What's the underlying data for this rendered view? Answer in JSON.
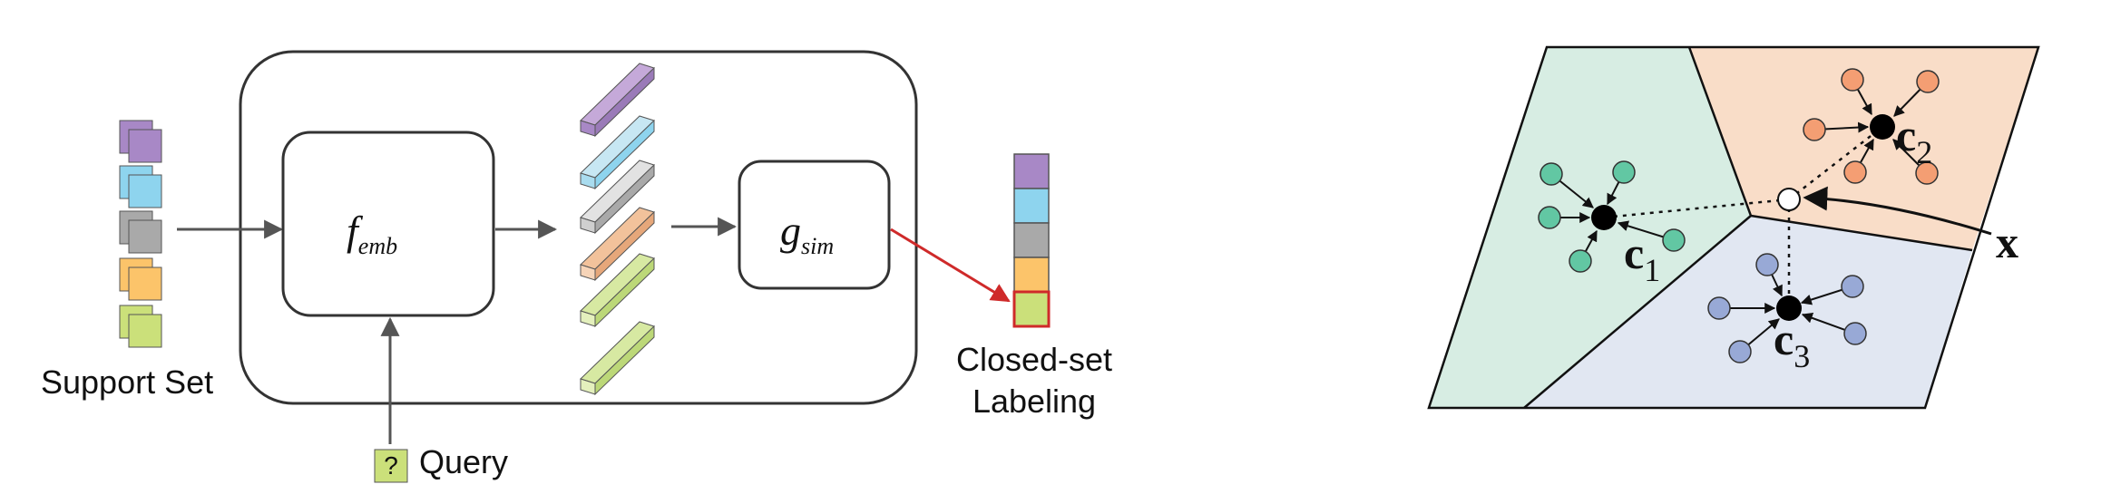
{
  "labels": {
    "support_set": "Support Set",
    "query": "Query",
    "query_symbol": "?",
    "closed_set_line1": "Closed-set",
    "closed_set_line2": "Labeling"
  },
  "math": {
    "f": "f",
    "f_sub": "emb",
    "g": "g",
    "g_sub": "sim",
    "c1": "c",
    "c1_sub": "1",
    "c2": "c",
    "c2_sub": "2",
    "c3": "c",
    "c3_sub": "3",
    "x": "x"
  },
  "colors": {
    "purple": "#a888c6",
    "blue": "#8ed4ee",
    "gray": "#a9a9a9",
    "orange": "#fcc46a",
    "green": "#cbe07a",
    "bar_orange": "#f2c29b",
    "bar_green": "#d7e9a2",
    "bar_purple": "#c5a9d9",
    "bar_blue": "#c7e7f3",
    "bar_gray": "#d6d6d6",
    "region_green": "#d7ede3",
    "region_orange": "#f9ddc8",
    "region_blue": "#e1e7f2",
    "dot_green": "#62c7a3",
    "dot_orange": "#f49e73",
    "dot_blue": "#98a9d6",
    "accent_red": "#cf2a2a"
  }
}
